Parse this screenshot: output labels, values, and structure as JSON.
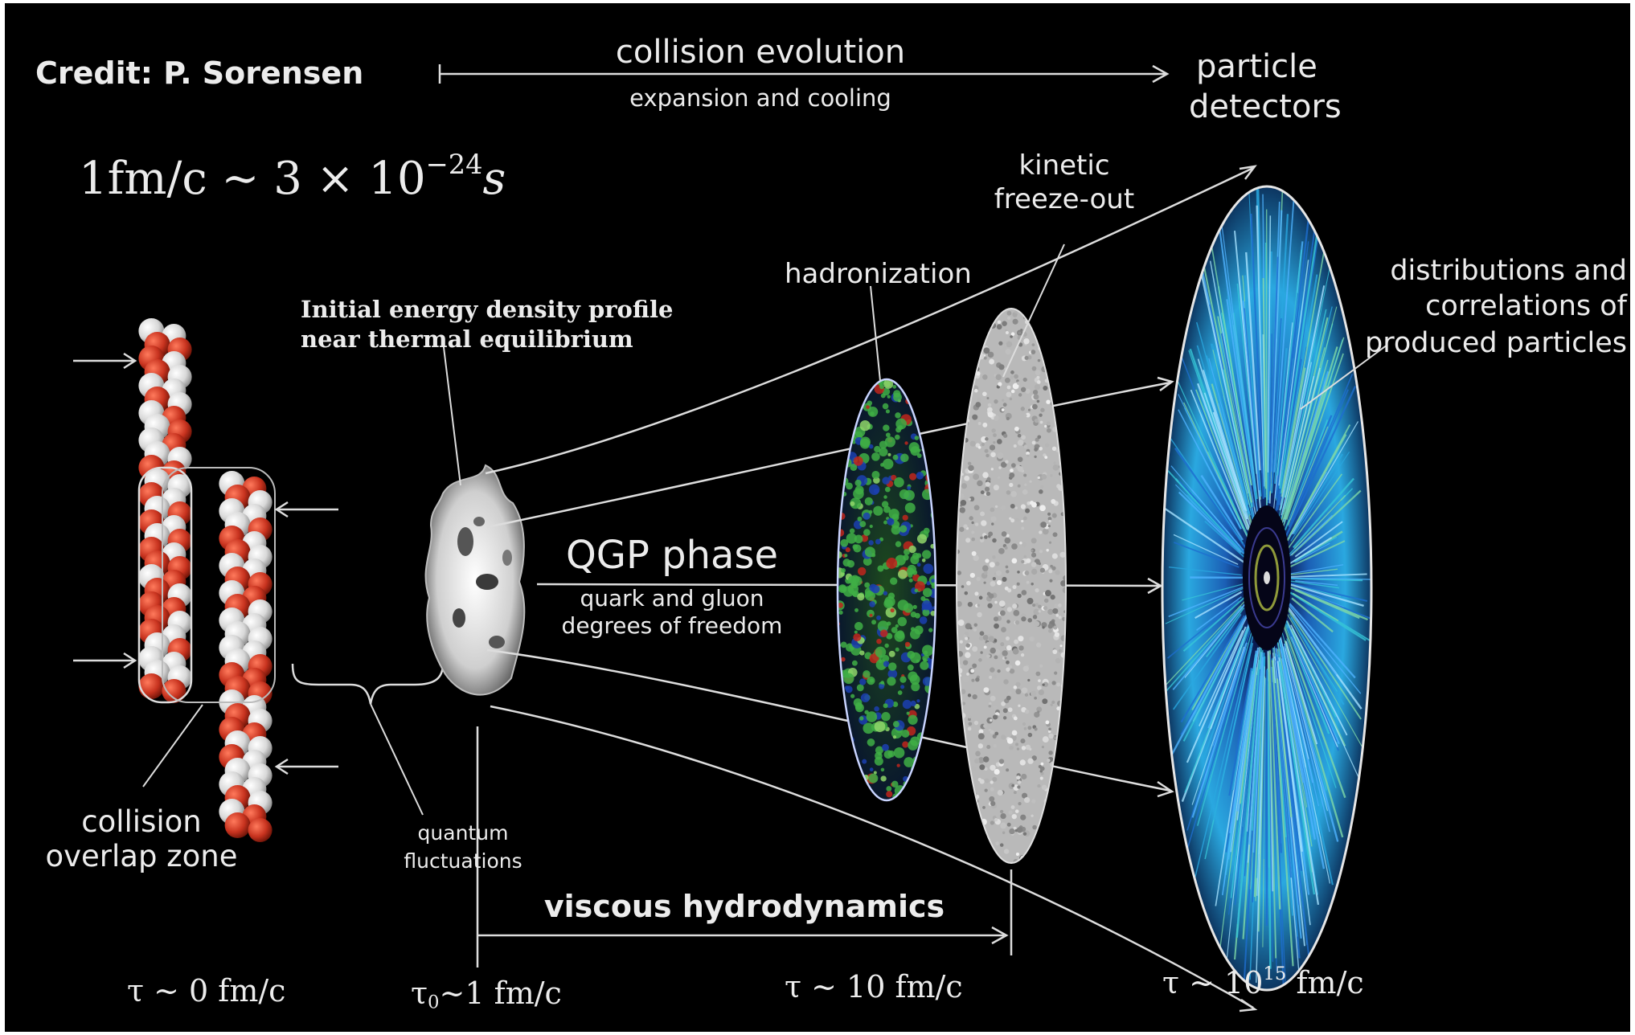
{
  "credit": "Credit: P. Sorensen",
  "timeline": {
    "title": "collision evolution",
    "subtitle": "expansion and cooling",
    "end_label_1": "particle",
    "end_label_2": "detectors"
  },
  "equation": {
    "lhs": "1fm/c ∼ 3 × 10",
    "exponent": "−24",
    "unit": "s"
  },
  "labels": {
    "kinetic_1": "kinetic",
    "kinetic_2": "freeze-out",
    "hadronization": "hadronization",
    "initial_1": "Initial energy density profile",
    "initial_2": "near thermal equilibrium",
    "dist_1": "distributions and",
    "dist_2": "correlations of",
    "dist_3": "produced particles",
    "qgp_title": "QGP phase",
    "qgp_sub_1": "quark and gluon",
    "qgp_sub_2": "degrees of freedom",
    "overlap_1": "collision",
    "overlap_2": "overlap zone",
    "quantum_1": "quantum",
    "quantum_2": "fluctuations",
    "viscous": "viscous hydrodynamics"
  },
  "times": {
    "t0_text": "τ ∼ 0 fm/c",
    "t1_tau": "τ",
    "t1_sub": "0",
    "t1_rest": "∼1 fm/c",
    "t10_text": "τ ∼ 10 fm/c",
    "t15_prefix": "τ ∼ 10",
    "t15_exp": "15",
    "t15_suffix": " fm/c"
  },
  "colors": {
    "background": "#000000",
    "text": "#ececec",
    "lines": "#dddddd",
    "nucleon_red": "#c8331f",
    "nucleon_white": "#e6e6e6",
    "hadron_blue": "#1b2f8a",
    "hadron_green": "#3fae45",
    "detector_blue": "#2aa8e0"
  }
}
